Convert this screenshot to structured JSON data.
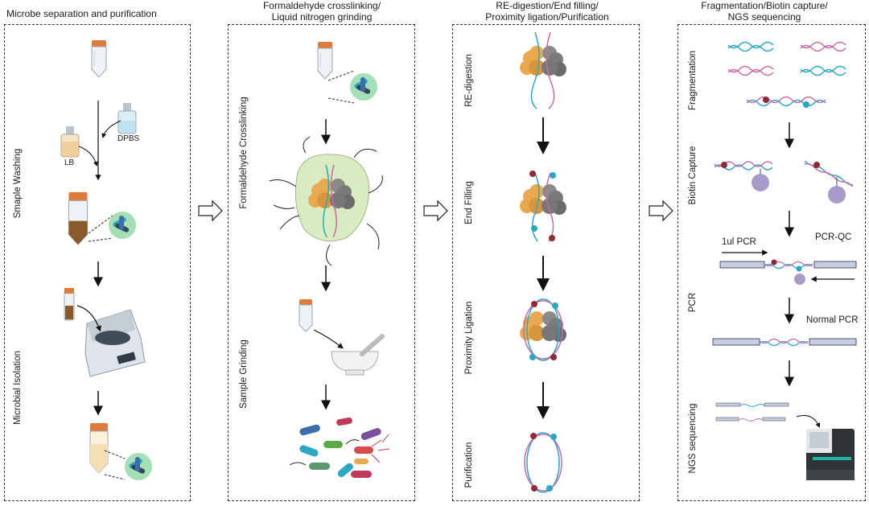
{
  "panels": [
    {
      "title": "Microbe separation and purification",
      "steps": [
        "Smaple Washing",
        "Microbial Isolation"
      ],
      "labels": {
        "dpbs": "DPBS",
        "lb": "LB"
      }
    },
    {
      "title_line1": "Formaldehyde crosslinking/",
      "title_line2": "Liquid nitrogen grinding",
      "steps": [
        "Formaldehyde Crosslinking",
        "Sample Grinding"
      ]
    },
    {
      "title_line1": "RE-digestion/End filling/",
      "title_line2": "Proximity ligation/Purification",
      "steps": [
        "RE-digestion",
        "End Filling",
        "Proximity Ligation",
        "Purification"
      ]
    },
    {
      "title_line1": "Fragmentation/Biotin capture/",
      "title_line2": "NGS sequencing",
      "steps": [
        "Fragmentation",
        "Biotin Capture",
        "PCR",
        "NGS sequencing"
      ],
      "labels": {
        "ul_pcr": "1ul PCR",
        "pcr_qc": "PCR-QC",
        "normal_pcr": "Normal PCR"
      }
    }
  ],
  "colors": {
    "cyan_strand": "#2aa7c4",
    "pink_strand": "#c86aa7",
    "orange_protein": "#e8a94f",
    "grey_protein": "#7a7a7a",
    "cap_orange": "#e07a3a",
    "biotin_purple": "#a89bc9",
    "maroon_dot": "#8f2a35"
  }
}
